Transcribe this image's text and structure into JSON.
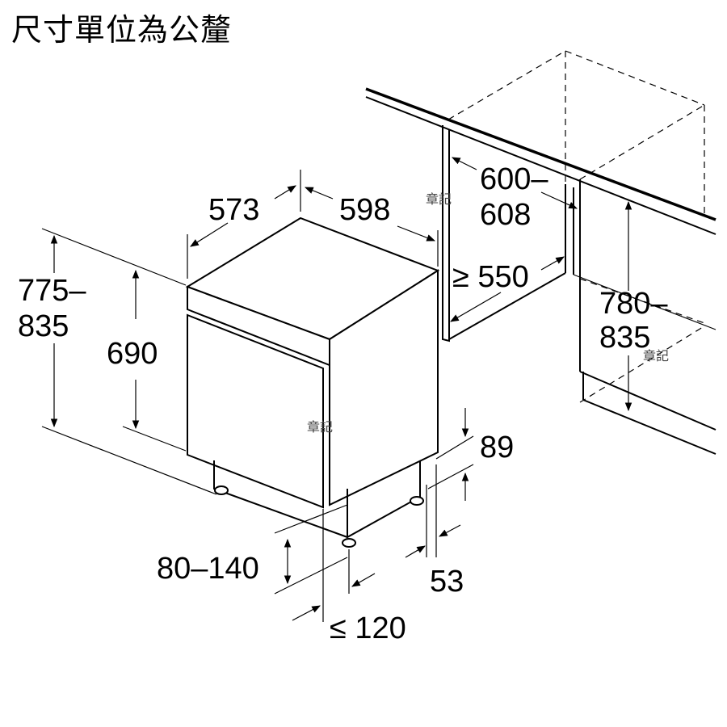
{
  "title": "尺寸單位為公釐",
  "dimensions": {
    "depth": "573",
    "width": "598",
    "total_height_a": "775–",
    "total_height_b": "835",
    "body_height": "690",
    "niche_width_a": "600–",
    "niche_width_b": "608",
    "niche_depth": "≥ 550",
    "niche_height_a": "780–",
    "niche_height_b": "835",
    "plinth_top": "89",
    "feet_adjust": "80–140",
    "plinth_gap": "53",
    "plinth_depth": "≤ 120"
  },
  "watermarks": [
    "章記",
    "章記",
    "章記"
  ]
}
